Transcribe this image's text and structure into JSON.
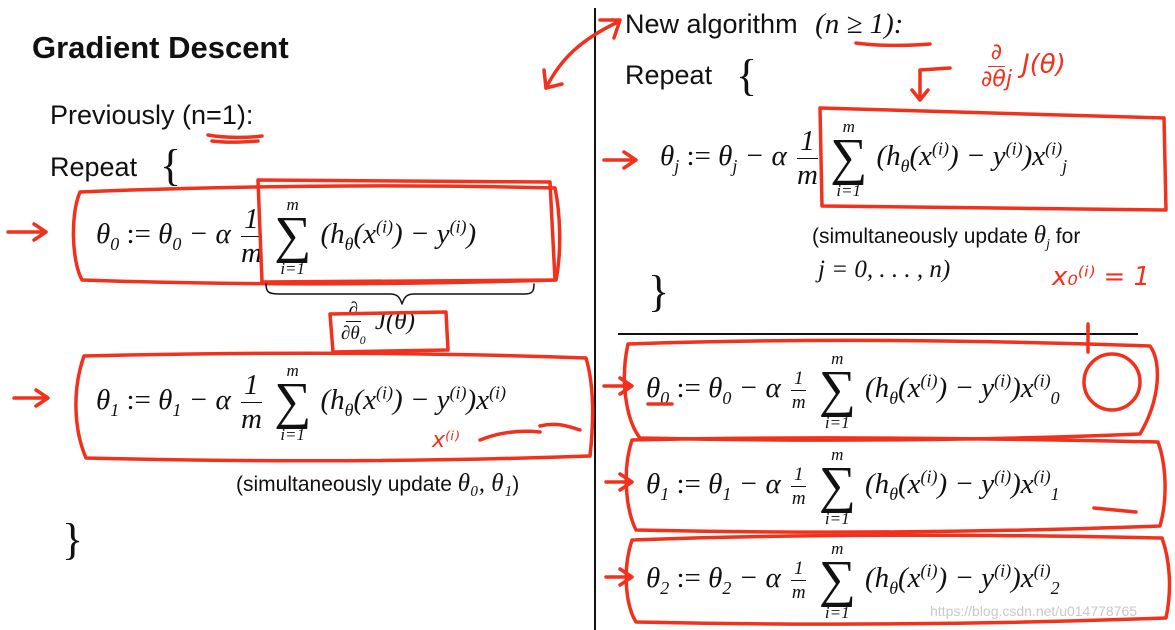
{
  "left": {
    "title": "Gradient Descent",
    "previously": "Previously (n=1):",
    "repeat": "Repeat",
    "open_brace": "{",
    "close_brace": "}",
    "eq0": {
      "lhs": "θ",
      "lhs_sub": "0",
      "assign": ":= ",
      "rhs": "θ",
      "rhs_sub": "0",
      "minus_alpha": " − α",
      "frac_num": "1",
      "frac_den": "m",
      "sum_top": "m",
      "sum_sym": "∑",
      "sum_bottom": "i=1",
      "body": "(h",
      "body_sub": "θ",
      "body_mid": "(x",
      "body_sup1": "(i)",
      "body_tail": ") − y",
      "body_sup2": "(i)",
      "body_end": ")"
    },
    "partial": {
      "num": "∂",
      "den": "∂θ",
      "den_sub": "0",
      "func": "J(θ)"
    },
    "eq1": {
      "lhs": "θ",
      "lhs_sub": "1",
      "assign": ":= ",
      "rhs": "θ",
      "rhs_sub": "1",
      "minus_alpha": " − α",
      "frac_num": "1",
      "frac_den": "m",
      "sum_top": "m",
      "sum_sym": "∑",
      "sum_bottom": "i=1",
      "body": "(h",
      "body_sub": "θ",
      "body_mid": "(x",
      "body_sup1": "(i)",
      "body_tail": ") − y",
      "body_sup2": "(i)",
      "body_end": ")x",
      "body_sup3": "(i)"
    },
    "simul_note": "(simultaneously update ",
    "simul_vars": "θ₀, θ₁",
    "simul_close": ")"
  },
  "right": {
    "heading": "New algorithm",
    "heading_cond": "(n ≥ 1):",
    "repeat": "Repeat",
    "open_brace": "{",
    "close_brace": "}",
    "eqj": {
      "lhs": "θ",
      "lhs_sub": "j",
      "assign": ":= ",
      "rhs": "θ",
      "rhs_sub": "j",
      "minus_alpha": " − α",
      "frac_num": "1",
      "frac_den": "m",
      "sum_top": "m",
      "sum_sym": "∑",
      "sum_bottom": "i=1",
      "body": "(h",
      "body_sub": "θ",
      "body_mid": "(x",
      "body_sup1": "(i)",
      "body_tail": ") − y",
      "body_sup2": "(i)",
      "body_end": ")x",
      "body_sup3": "(i)",
      "body_sub3": "j"
    },
    "simul_note": "(simultaneously update ",
    "simul_var": "θ",
    "simul_var_sub": "j",
    "simul_for": " for",
    "range": "j = 0, . . . , n)",
    "eqs": [
      {
        "idx": "0",
        "assign": ":= ",
        "minus_alpha": " − α",
        "frac_num": "1",
        "frac_den": "m",
        "sum_top": "m",
        "sum_sym": "∑",
        "sum_bottom": "i=1",
        "body": "(h",
        "body_sub": "θ",
        "body_mid": "(x",
        "body_sup1": "(i)",
        "body_tail": ") − y",
        "body_sup2": "(i)",
        "body_end": ")x",
        "body_sup3": "(i)"
      },
      {
        "idx": "1",
        "assign": ":= ",
        "minus_alpha": " − α",
        "frac_num": "1",
        "frac_den": "m",
        "sum_top": "m",
        "sum_sym": "∑",
        "sum_bottom": "i=1",
        "body": "(h",
        "body_sub": "θ",
        "body_mid": "(x",
        "body_sup1": "(i)",
        "body_tail": ") − y",
        "body_sup2": "(i)",
        "body_end": ")x",
        "body_sup3": "(i)"
      },
      {
        "idx": "2",
        "assign": ":= ",
        "minus_alpha": " − α",
        "frac_num": "1",
        "frac_den": "m",
        "sum_top": "m",
        "sum_sym": "∑",
        "sum_bottom": "i=1",
        "body": "(h",
        "body_sub": "θ",
        "body_mid": "(x",
        "body_sup1": "(i)",
        "body_tail": ") − y",
        "body_sup2": "(i)",
        "body_end": ")x",
        "body_sup3": "(i)"
      }
    ]
  },
  "annotations": {
    "deriv_note_num": "∂",
    "deriv_note_den": "∂θj",
    "deriv_note_func": "J(θ)",
    "x0_note": "x₀⁽ⁱ⁾ = 1",
    "x_note": "x⁽ⁱ⁾"
  },
  "watermark": "https://blog.csdn.net/u014778765",
  "colors": {
    "ink": "#f2311c",
    "text": "#111111"
  }
}
